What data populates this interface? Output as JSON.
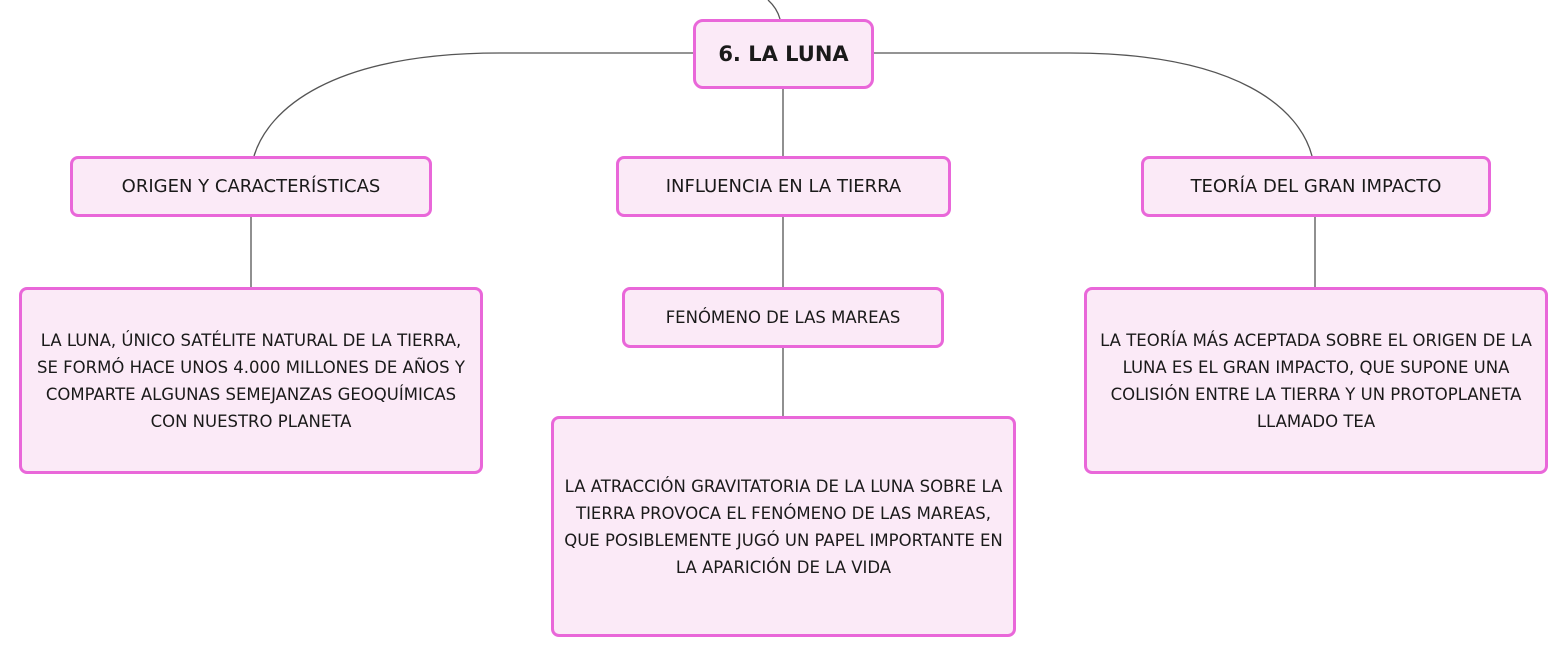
{
  "colors": {
    "node_fill": "#fbeaf7",
    "node_border": "#e967d9",
    "connector": "#555555",
    "text": "#1a1a1a"
  },
  "root": {
    "label": "6. LA LUNA"
  },
  "branches": [
    {
      "topic": "ORIGEN Y CARACTERÍSTICAS",
      "detail": "LA LUNA, ÚNICO SATÉLITE NATURAL DE LA TIERRA, SE FORMÓ HACE UNOS 4.000 MILLONES DE AÑOS Y COMPARTE ALGUNAS SEMEJANZAS GEOQUÍMICAS CON NUESTRO PLANETA"
    },
    {
      "topic": "INFLUENCIA EN LA TIERRA",
      "subtopic": "FENÓMENO DE LAS MAREAS",
      "detail": "LA ATRACCIÓN GRAVITATORIA DE LA LUNA SOBRE LA TIERRA PROVOCA EL FENÓMENO DE LAS MAREAS, QUE POSIBLEMENTE JUGÓ UN PAPEL IMPORTANTE EN LA APARICIÓN DE LA VIDA"
    },
    {
      "topic": "TEORÍA DEL GRAN IMPACTO",
      "detail": "LA TEORÍA MÁS ACEPTADA SOBRE EL ORIGEN DE LA LUNA ES EL GRAN IMPACTO, QUE SUPONE UNA COLISIÓN ENTRE LA TIERRA Y UN PROTOPLANETA LLAMADO TEA"
    }
  ]
}
